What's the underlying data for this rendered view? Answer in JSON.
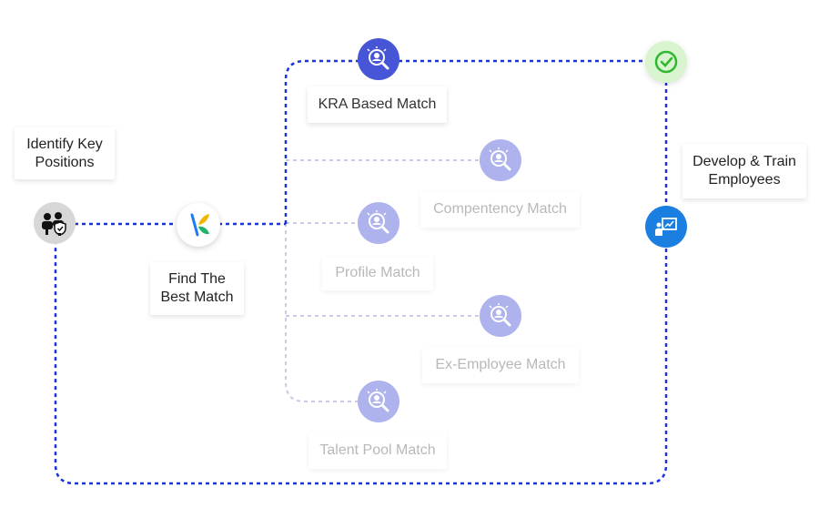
{
  "labels": {
    "identify": "Identify Key\nPositions",
    "find": "Find The\nBest Match",
    "kra": "KRA Based Match",
    "competency": "Compentency Match",
    "profile": "Profile Match",
    "exemployee": "Ex-Employee Match",
    "talentpool": "Talent Pool Match",
    "develop": "Develop & Train\nEmployees"
  },
  "icons": {
    "identify": "people-shield-icon",
    "find": "brand-logo-icon",
    "kra": "search-person-icon",
    "competency": "search-person-icon",
    "profile": "search-person-icon",
    "exemployee": "search-person-icon",
    "talentpool": "search-person-icon",
    "develop": "presentation-icon",
    "done": "check-circle-icon"
  },
  "colors": {
    "flow_line": "#1a33d6",
    "dim_line": "#c7cbe8",
    "kra_node": "#4656d6",
    "match_node_dim": "#aeb3ee",
    "develop_node": "#1a7fe0",
    "check_bg": "#d8f5d0",
    "check_color": "#2fb82f"
  }
}
